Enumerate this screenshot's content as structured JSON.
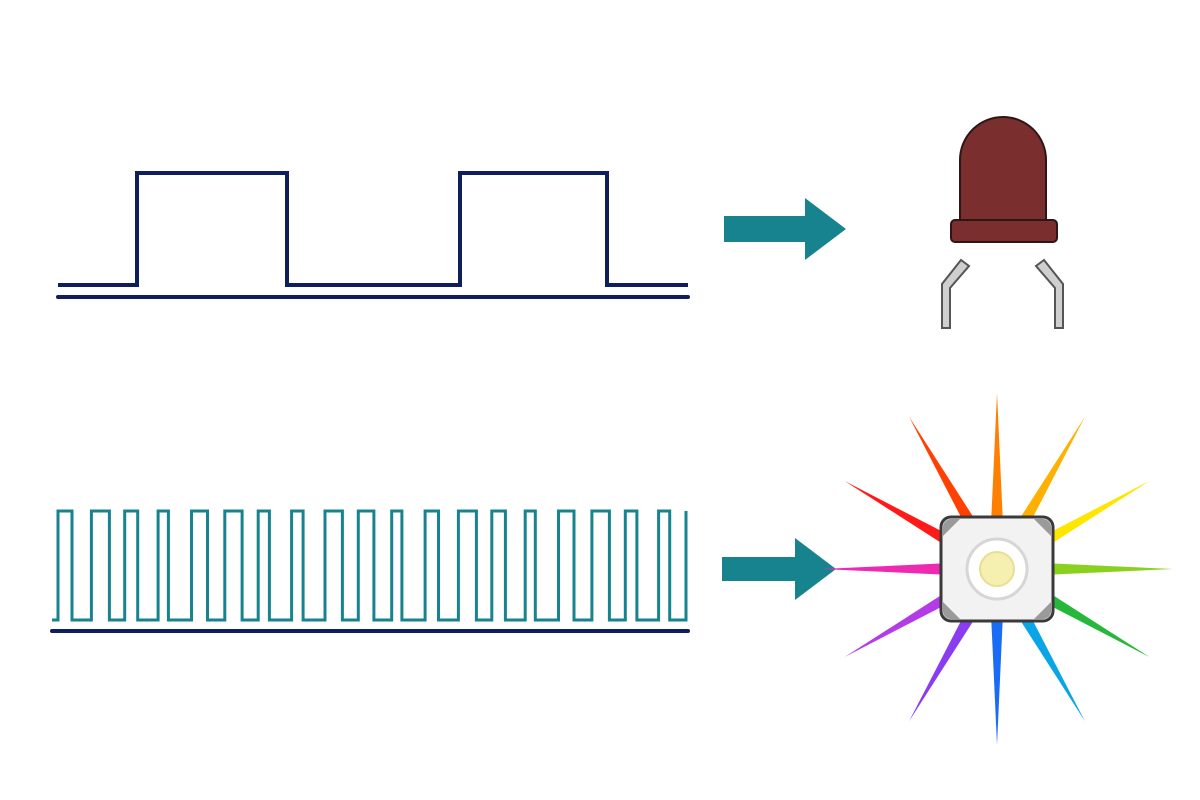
{
  "colors": {
    "background": "#ffffff",
    "navy": "#0f1f5c",
    "teal": "#17838e",
    "led_body": "#7a2e2e",
    "led_outline": "#2e1616",
    "leg_fill": "#cfcfcf",
    "leg_outline": "#555555",
    "smd_body": "#f2f2f2",
    "smd_outline": "#3a3a3a",
    "smd_pad": "#9a9a9a",
    "smd_lens": "#f5efb0"
  },
  "rows": [
    {
      "id": "slow",
      "waveform": {
        "type": "square",
        "label": "slow-square-wave",
        "pulse_count": 2
      },
      "arrow": {
        "icon": "right-arrow-icon"
      },
      "component": {
        "icon": "through-hole-led-icon",
        "state": "blinking"
      }
    },
    {
      "id": "fast",
      "waveform": {
        "type": "pwm",
        "label": "fast-pwm-wave",
        "pulse_count": 19
      },
      "arrow": {
        "icon": "right-arrow-icon"
      },
      "component": {
        "icon": "smd-rgb-led-icon",
        "state": "glowing",
        "ray_colors": [
          "#ff7f00",
          "#ffb000",
          "#ffe600",
          "#8ad11f",
          "#25b83a",
          "#0aa5e6",
          "#1a6cf5",
          "#8a3cf0",
          "#b43ce6",
          "#ee2bb0",
          "#ff1a1a",
          "#ff4000"
        ]
      }
    }
  ]
}
